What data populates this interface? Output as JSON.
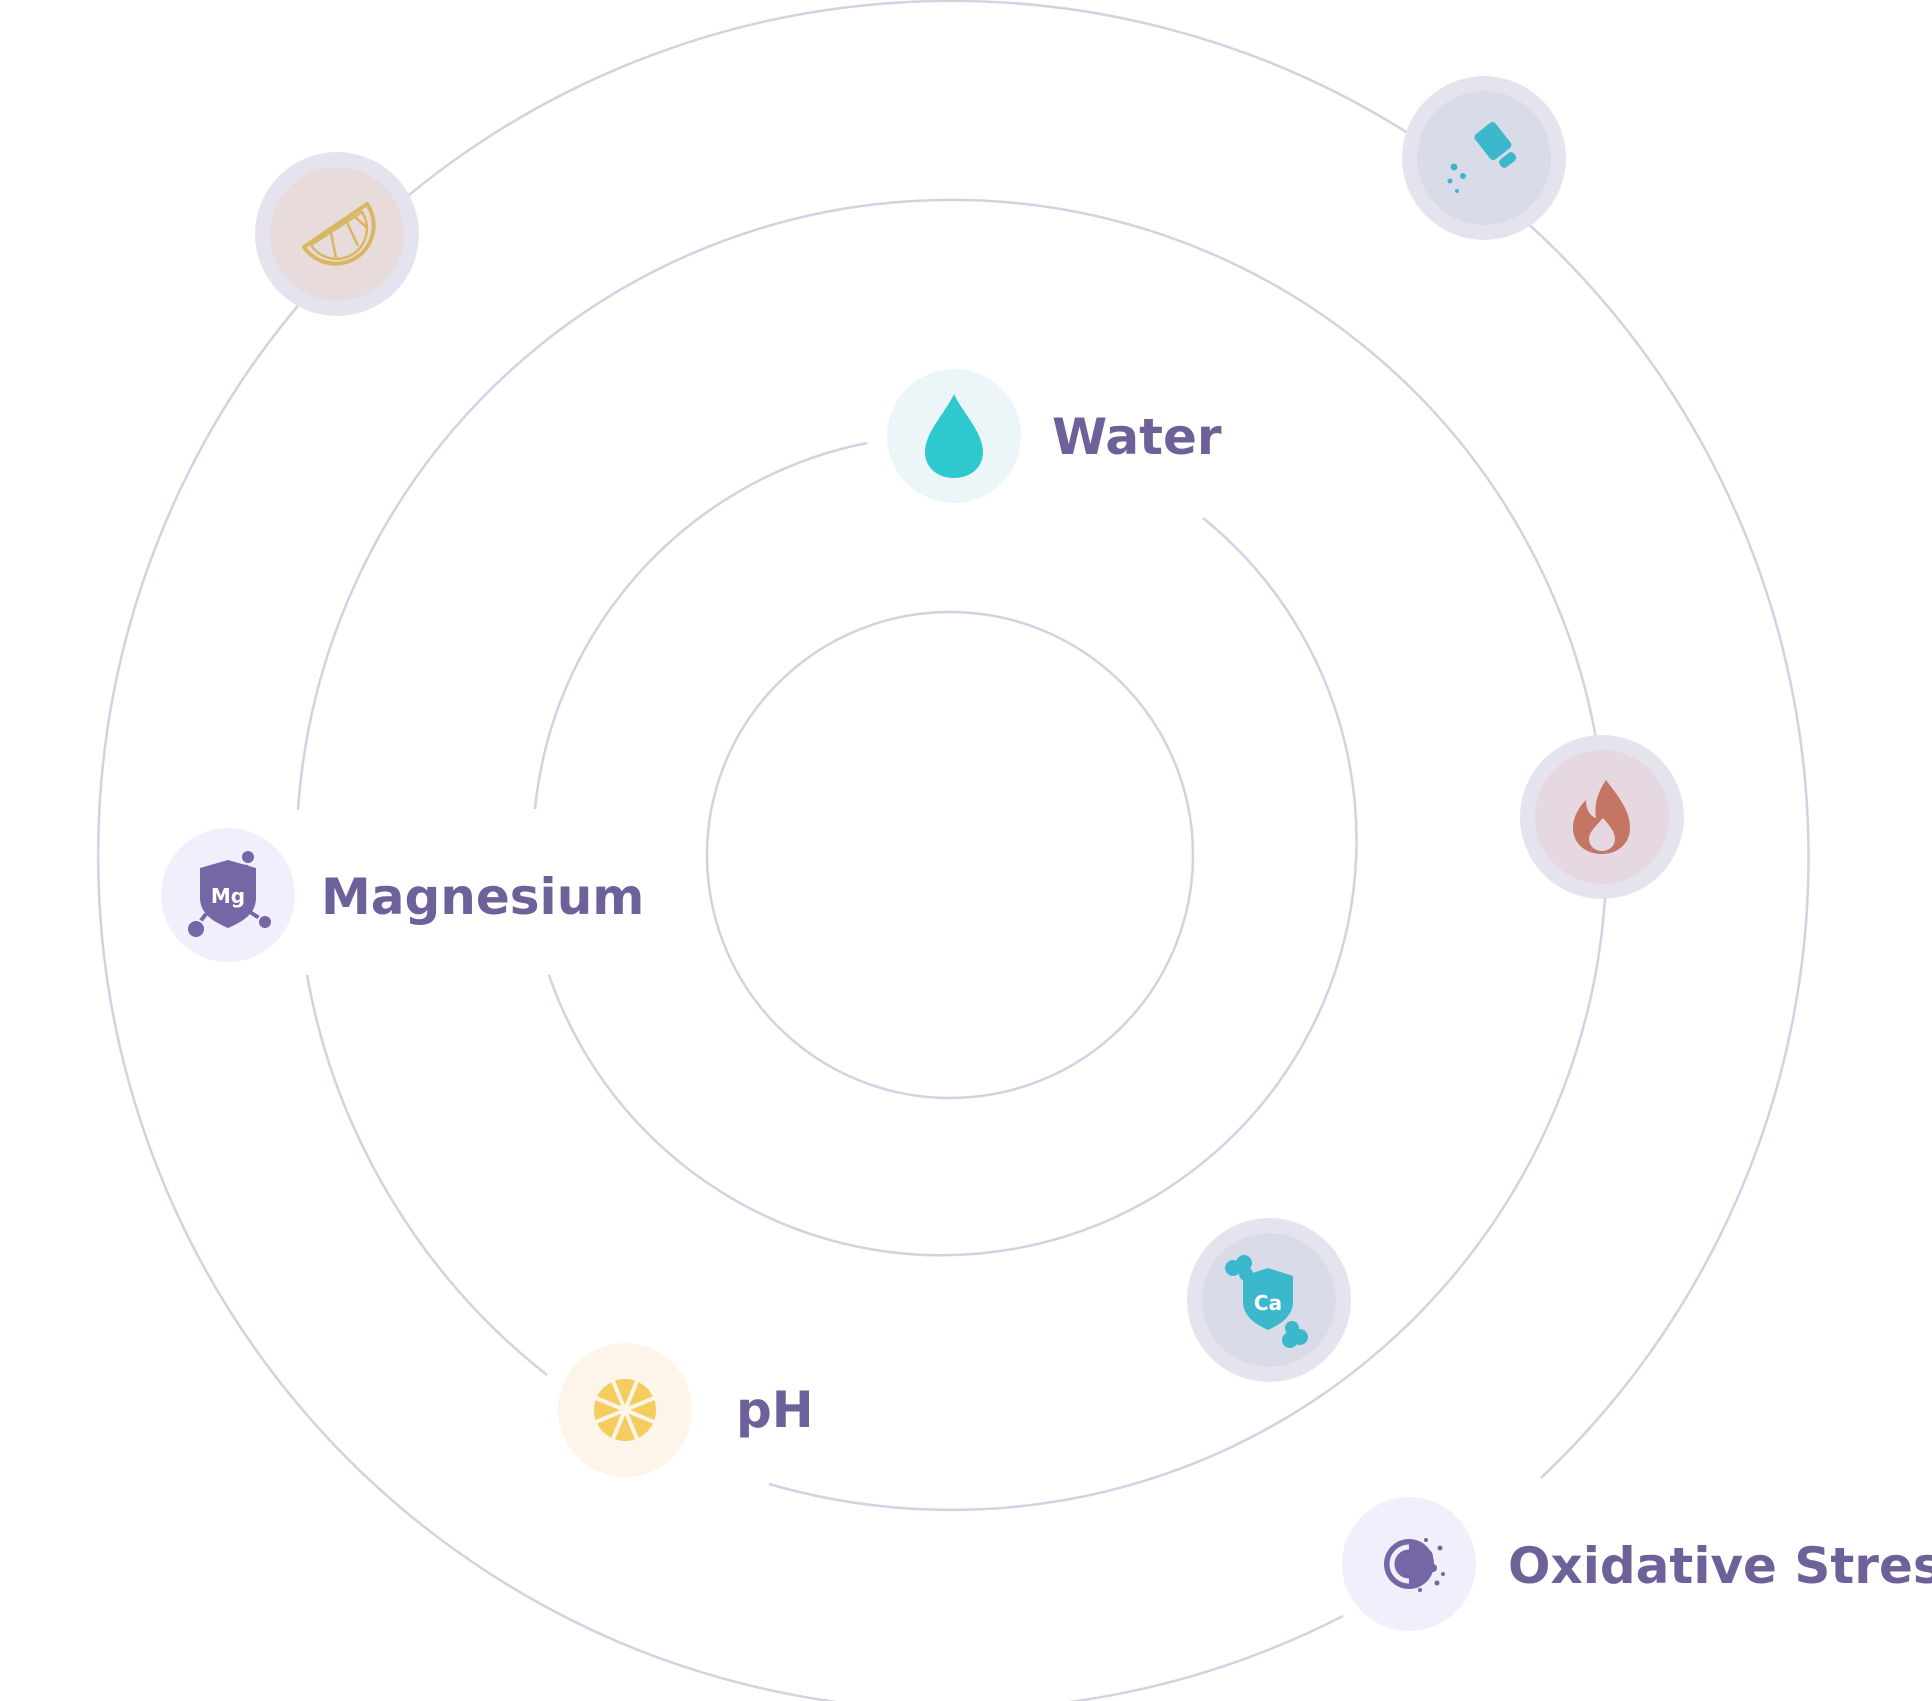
{
  "colors": {
    "ring": "#d4d2e2",
    "label": "#6e6199",
    "teal": "#2ec9cf",
    "blue": "#3cb8cc",
    "purple": "#7566a6",
    "yellow": "#f4cd5e",
    "gold": "#d9b760",
    "red": "#c47563",
    "pale_teal": "#ecf6f9",
    "pale_purple": "#f1effb",
    "pale_yellow": "#fdf5ea",
    "grey_outer": "#e5e3ed",
    "grey_blue": "#d9dce8",
    "grey_pink": "#e6d8e0",
    "grey_peach": "#e7dbdb"
  },
  "nodes": {
    "water": {
      "label": "Water",
      "icon": "water-drop-icon"
    },
    "magnesium": {
      "label": "Magnesium",
      "icon": "magnesium-shield-icon",
      "symbol": "Mg"
    },
    "ph": {
      "label": "pH",
      "icon": "citrus-slice-icon"
    },
    "oxidative_stress": {
      "label": "Oxidative Stress",
      "icon": "oxidation-icon"
    },
    "calcium": {
      "icon": "calcium-bone-icon",
      "symbol": "Ca"
    },
    "salt": {
      "icon": "salt-shaker-icon"
    },
    "fire": {
      "icon": "flame-icon"
    },
    "lemon": {
      "icon": "lemon-wedge-icon"
    }
  }
}
